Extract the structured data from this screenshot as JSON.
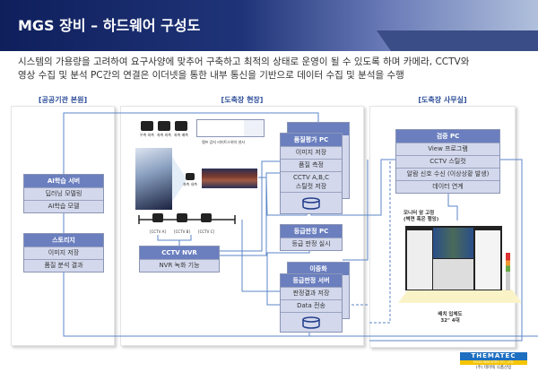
{
  "header": {
    "title": "MGS 장비 – 하드웨어 구성도"
  },
  "description": {
    "line1": "시스템의 가용량을 고려하여 요구사양에 맞추어 구축하고 최적의 상태로 운영이 될 수 있도록 하며 카메라, CCTV와",
    "line2": "영상 수집 및 분석 PC간의 연결은 이더넷을 통한 내부 통신을 기반으로 데이터 수집 및 분석을 수행"
  },
  "sections": {
    "hq": "[공공기관 본원]",
    "site": "[도축장 현장]",
    "office": "[도축장 사무실]"
  },
  "ai_server": {
    "title": "AI학습 서버",
    "rows": [
      "딥러닝 모델링",
      "AI학습 모델"
    ]
  },
  "storage": {
    "title": "스토리지",
    "rows": [
      "이미지 저장",
      "품질 분석 결과"
    ]
  },
  "cameras": {
    "labels": [
      "우측 외측",
      "좌측 외측",
      "좌측 배측"
    ],
    "inner": "좌측 내측",
    "sensor": "램프 감지 리미트스위치 센서"
  },
  "cctv": {
    "labels": [
      "[CCTV A]",
      "[CCTV B]",
      "[CCTV C]"
    ]
  },
  "nvr": {
    "title": "CCTV NVR",
    "rows": [
      "NVR 녹화 기능"
    ]
  },
  "quality_pc": {
    "title": "품질평가 PC",
    "rows": [
      "이미지 저장",
      "품질 측정",
      "CCTV A,B,C",
      "스틸컷 저장"
    ]
  },
  "grade_pc": {
    "title": "등급판정 PC",
    "rows": [
      "등급 판정 실시"
    ]
  },
  "redundancy": {
    "title": "이중화"
  },
  "grade_server": {
    "title": "등급판정 서버",
    "rows": [
      "판정결과 저장",
      "Data 전송"
    ]
  },
  "control_pc": {
    "title": "검증 PC",
    "rows": [
      "View 프로그램",
      "CCTV 스틸컷",
      "알람 신호 수신 (이상상황 발생)",
      "데이터 연계"
    ]
  },
  "monitor": {
    "label1": "모니터 암 고정",
    "label2": "(벽면 혹은 행잉)",
    "caption1": "배치 입체도",
    "caption2": "32\" 4대"
  },
  "logo": {
    "brand": "THEMATEC",
    "sub": "FOOD INDUSTRY CO., LTD.",
    "kr": "(주) 테마텍 식품산업"
  }
}
